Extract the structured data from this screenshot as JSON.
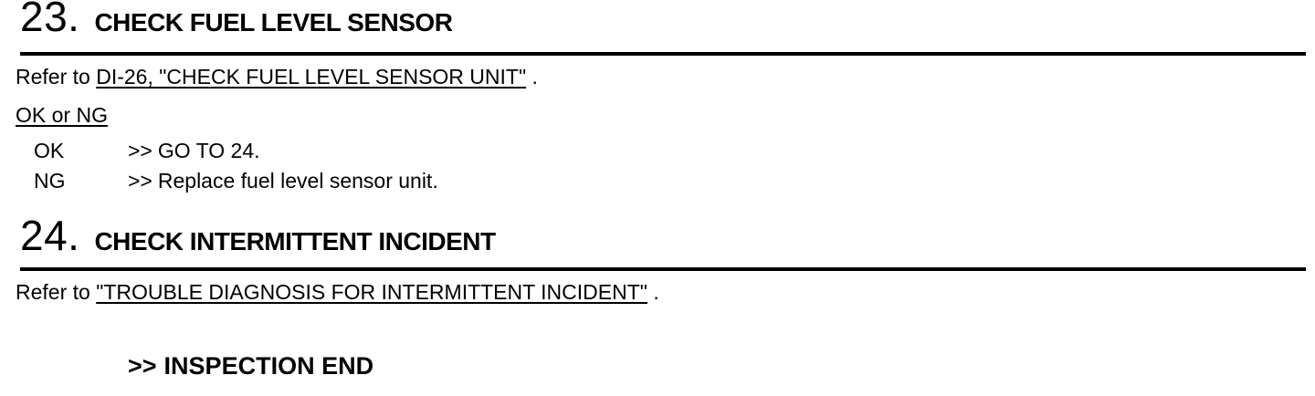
{
  "page": {
    "background": "#ffffff",
    "text_color": "#000000"
  },
  "steps": [
    {
      "number": "23.",
      "title": "CHECK FUEL LEVEL SENSOR",
      "refer": {
        "prefix": "Refer to ",
        "link": "DI-26, \"CHECK FUEL LEVEL SENSOR UNIT\"",
        "suffix": " ."
      },
      "ok_or_ng": "OK or NG",
      "results": [
        {
          "label": "OK",
          "arrow": ">>",
          "action": "GO TO 24."
        },
        {
          "label": "NG",
          "arrow": ">>",
          "action": "Replace fuel level sensor unit."
        }
      ]
    },
    {
      "number": "24.",
      "title": "CHECK INTERMITTENT INCIDENT",
      "refer": {
        "prefix": "Refer to ",
        "link": "\"TROUBLE DIAGNOSIS FOR INTERMITTENT INCIDENT\"",
        "suffix": " ."
      },
      "final": {
        "arrow": ">>",
        "action": "INSPECTION END"
      }
    }
  ]
}
